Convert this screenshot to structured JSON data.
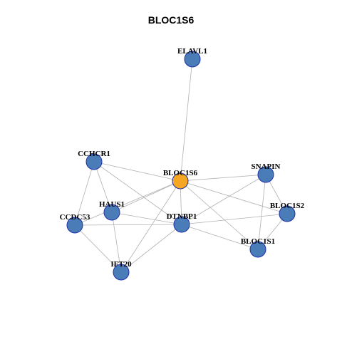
{
  "title": "BLOC1S6",
  "colors": {
    "center": "#f5a623",
    "default": "#4a7db8",
    "edge": "#b0b0b0",
    "border": "#1f2fa8"
  },
  "nodes": [
    {
      "id": "ELAVL1",
      "label": "ELAVL1",
      "center": false
    },
    {
      "id": "CCHCR1",
      "label": "CCHCR1",
      "center": false
    },
    {
      "id": "BLOC1S6",
      "label": "BLOC1S6",
      "center": true
    },
    {
      "id": "SNAPIN",
      "label": "SNAPIN",
      "center": false
    },
    {
      "id": "HAUS1",
      "label": "HAUS1",
      "center": false
    },
    {
      "id": "CCDC53",
      "label": "CCDC53",
      "center": false
    },
    {
      "id": "DTNBP1",
      "label": "DTNBP1",
      "center": false
    },
    {
      "id": "BLOC1S2",
      "label": "BLOC1S2",
      "center": false
    },
    {
      "id": "BLOC1S1",
      "label": "BLOC1S1",
      "center": false
    },
    {
      "id": "IFT20",
      "label": "IFT20",
      "center": false
    }
  ],
  "edges": [
    [
      "BLOC1S6",
      "ELAVL1"
    ],
    [
      "BLOC1S6",
      "CCHCR1"
    ],
    [
      "BLOC1S6",
      "SNAPIN"
    ],
    [
      "BLOC1S6",
      "HAUS1"
    ],
    [
      "BLOC1S6",
      "CCDC53"
    ],
    [
      "BLOC1S6",
      "DTNBP1"
    ],
    [
      "BLOC1S6",
      "BLOC1S2"
    ],
    [
      "BLOC1S6",
      "BLOC1S1"
    ],
    [
      "BLOC1S6",
      "IFT20"
    ],
    [
      "CCHCR1",
      "HAUS1"
    ],
    [
      "CCHCR1",
      "CCDC53"
    ],
    [
      "CCHCR1",
      "DTNBP1"
    ],
    [
      "HAUS1",
      "IFT20"
    ],
    [
      "HAUS1",
      "DTNBP1"
    ],
    [
      "CCDC53",
      "IFT20"
    ],
    [
      "CCDC53",
      "DTNBP1"
    ],
    [
      "DTNBP1",
      "IFT20"
    ],
    [
      "DTNBP1",
      "SNAPIN"
    ],
    [
      "DTNBP1",
      "BLOC1S2"
    ],
    [
      "DTNBP1",
      "BLOC1S1"
    ],
    [
      "SNAPIN",
      "BLOC1S2"
    ],
    [
      "SNAPIN",
      "BLOC1S1"
    ],
    [
      "BLOC1S2",
      "BLOC1S1"
    ]
  ]
}
